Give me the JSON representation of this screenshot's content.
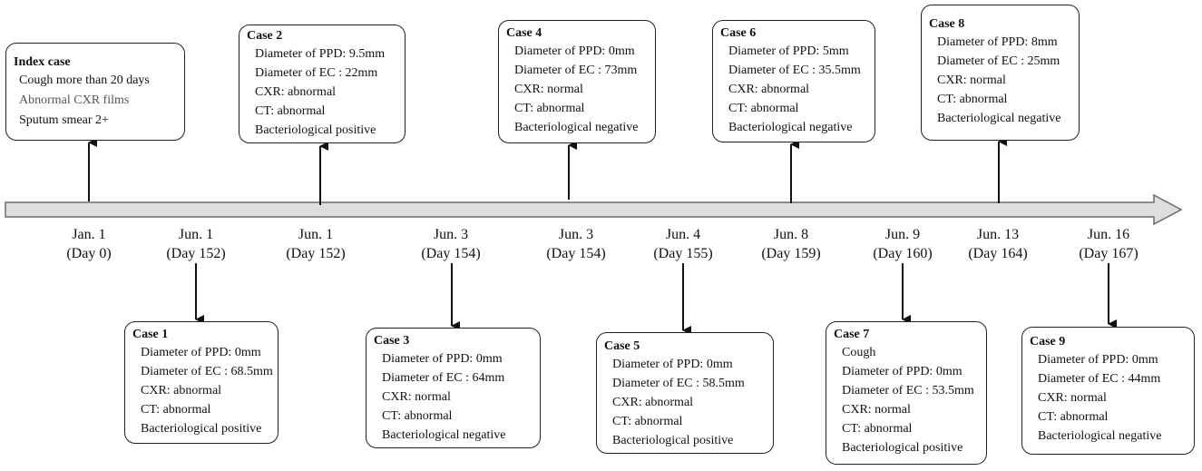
{
  "events": [
    {
      "date": "Jan. 1",
      "day": "(Day 0)"
    },
    {
      "date": "Jun. 1",
      "day": "(Day 152)"
    },
    {
      "date": "Jun. 1",
      "day": "(Day 152)"
    },
    {
      "date": "Jun. 3",
      "day": "(Day 154)"
    },
    {
      "date": "Jun. 3",
      "day": "(Day 154)"
    },
    {
      "date": "Jun. 4",
      "day": "(Day 155)"
    },
    {
      "date": "Jun. 8",
      "day": "(Day 159)"
    },
    {
      "date": "Jun. 9",
      "day": "(Day 160)"
    },
    {
      "date": "Jun. 13",
      "day": "(Day 164)"
    },
    {
      "date": "Jun. 16",
      "day": "(Day 167)"
    }
  ],
  "cases": {
    "index": {
      "title": "Index case",
      "lines": [
        "Cough more than 20 days",
        "Abnormal CXR films",
        "Sputum smear 2+"
      ]
    },
    "case1": {
      "title": "Case 1",
      "lines": [
        "Diameter of PPD: 0mm",
        "Diameter of EC : 68.5mm",
        "CXR: abnormal",
        "CT: abnormal",
        "Bacteriological positive"
      ]
    },
    "case2": {
      "title": "Case 2",
      "lines": [
        "Diameter of PPD: 9.5mm",
        "Diameter of EC : 22mm",
        "CXR: abnormal",
        "CT: abnormal",
        "Bacteriological positive"
      ]
    },
    "case3": {
      "title": "Case 3",
      "lines": [
        "Diameter of PPD: 0mm",
        "Diameter of EC : 64mm",
        "CXR: normal",
        "CT: abnormal",
        "Bacteriological negative"
      ]
    },
    "case4": {
      "title": "Case 4",
      "lines": [
        "Diameter of PPD: 0mm",
        "Diameter of EC : 73mm",
        "CXR: normal",
        "CT: abnormal",
        "Bacteriological negative"
      ]
    },
    "case5": {
      "title": "Case 5",
      "lines": [
        "Diameter of PPD: 0mm",
        "Diameter of EC : 58.5mm",
        "CXR: abnormal",
        "CT: abnormal",
        "Bacteriological positive"
      ]
    },
    "case6": {
      "title": "Case 6",
      "lines": [
        "Diameter of PPD: 5mm",
        "Diameter of EC : 35.5mm",
        "CXR: abnormal",
        "CT: abnormal",
        "Bacteriological negative"
      ]
    },
    "case7": {
      "title": "Case 7",
      "lines": [
        "Cough",
        "Diameter of PPD: 0mm",
        "Diameter of EC : 53.5mm",
        "CXR: normal",
        "CT: abnormal",
        "Bacteriological positive"
      ]
    },
    "case8": {
      "title": "Case 8",
      "lines": [
        "Diameter of PPD: 8mm",
        "Diameter of EC : 25mm",
        "CXR: normal",
        "CT: abnormal",
        "Bacteriological negative"
      ]
    },
    "case9": {
      "title": "Case 9",
      "lines": [
        "Diameter of PPD: 0mm",
        "Diameter of EC : 44mm",
        "CXR: normal",
        "CT: abnormal",
        "Bacteriological negative"
      ]
    }
  }
}
